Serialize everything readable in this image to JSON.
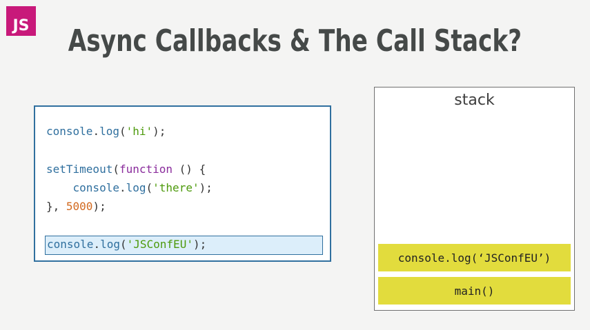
{
  "logo": {
    "text": "JS"
  },
  "title": "Async Callbacks & The Call Stack?",
  "code": {
    "line1": {
      "obj": "console",
      "dot": ".",
      "fn": "log",
      "open": "(",
      "str": "'hi'",
      "close": ");"
    },
    "line2": {
      "fn": "setTimeout",
      "open": "(",
      "kw": "function",
      "rest": " () {"
    },
    "line3": {
      "indent": "    ",
      "obj": "console",
      "dot": ".",
      "fn": "log",
      "open": "(",
      "str": "'there'",
      "close": ");"
    },
    "line4": {
      "pre": "}, ",
      "num": "5000",
      "close": ");"
    },
    "line5": {
      "obj": "console",
      "dot": ".",
      "fn": "log",
      "open": "(",
      "str": "'JSConfEU'",
      "close": ");"
    },
    "highlighted_line": 5
  },
  "stack": {
    "label": "stack",
    "frames": [
      "console.log(‘JSConfEU’)",
      "main()"
    ]
  },
  "colors": {
    "logo_bg": "#c8197a",
    "code_border": "#2f6f9e",
    "highlight_bg": "#dceefa",
    "frame_bg": "#e2dc3d"
  }
}
